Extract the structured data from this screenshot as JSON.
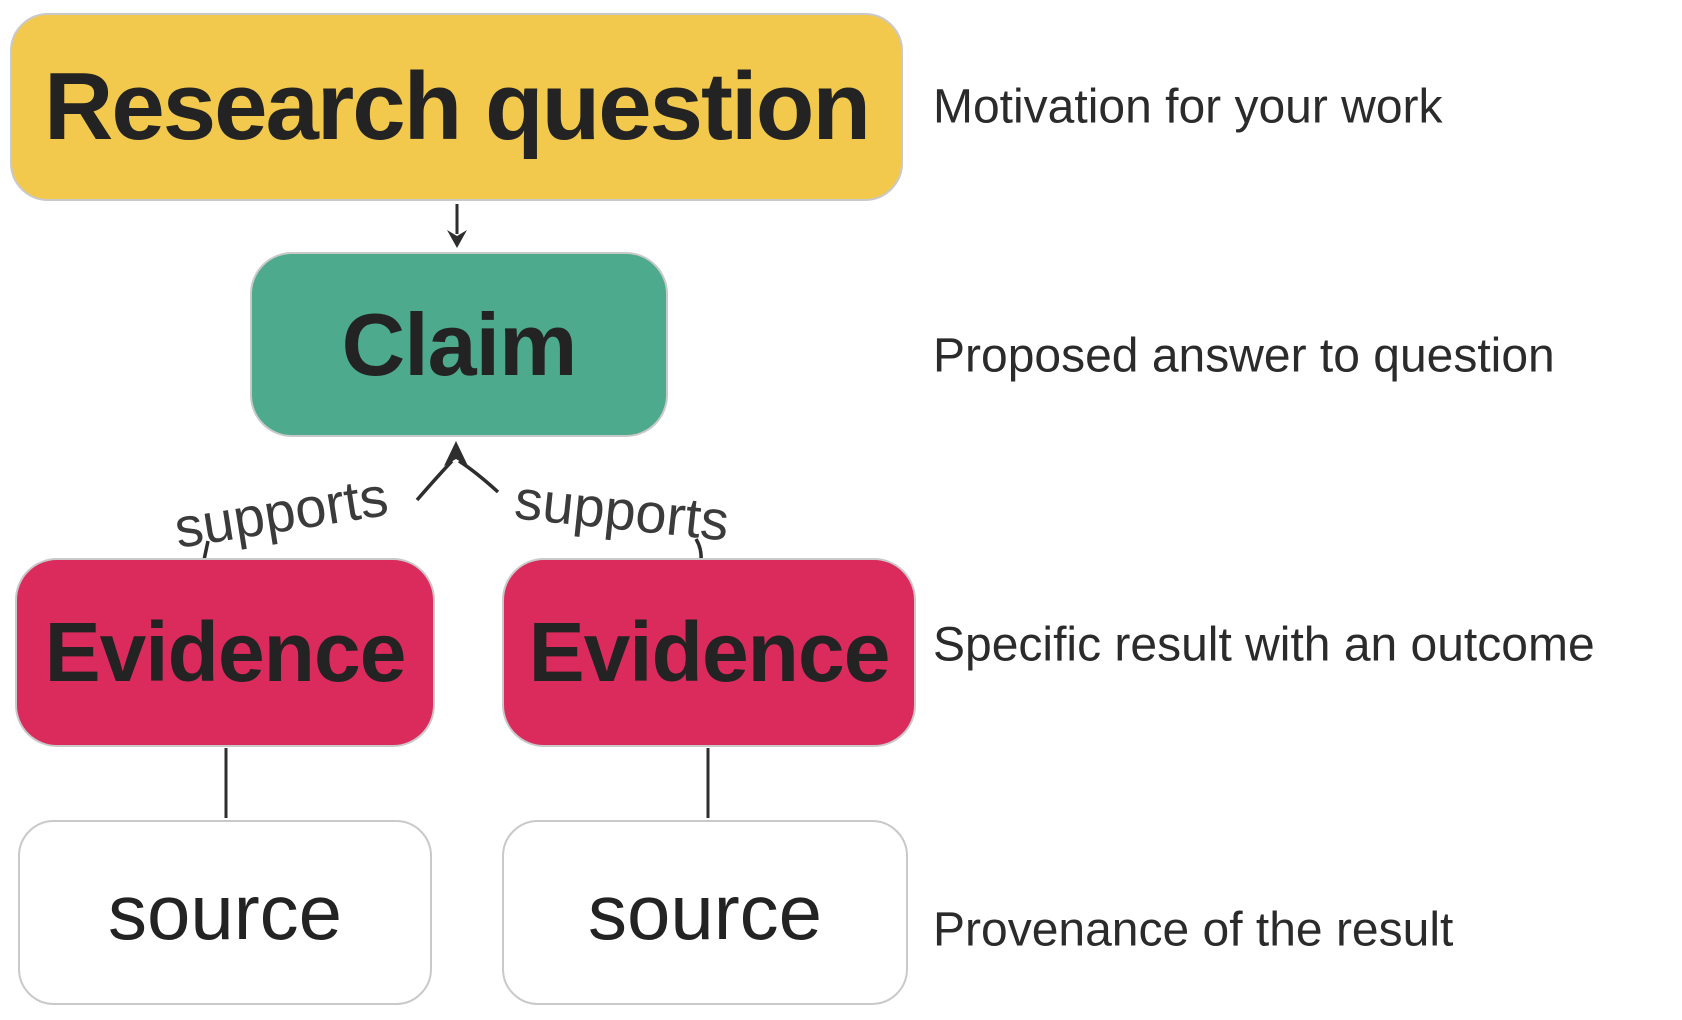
{
  "nodes": {
    "research_question": {
      "label": "Research question",
      "fill": "#F2C94C"
    },
    "claim": {
      "label": "Claim",
      "fill": "#4DAA8C"
    },
    "evidence_left": {
      "label": "Evidence",
      "fill": "#DB2B5D"
    },
    "evidence_right": {
      "label": "Evidence",
      "fill": "#DB2B5D"
    },
    "source_left": {
      "label": "source",
      "fill": "#FFFFFF"
    },
    "source_right": {
      "label": "source",
      "fill": "#FFFFFF"
    }
  },
  "edges": {
    "supports_left_label": "supports",
    "supports_right_label": "supports"
  },
  "annotations": [
    {
      "text": "Motivation for your work"
    },
    {
      "text": "Proposed answer to question"
    },
    {
      "text": "Specific result with an outcome"
    },
    {
      "text": "Provenance of the result"
    }
  ],
  "colors": {
    "yellow": "#F2C94C",
    "green": "#4DAA8C",
    "pink": "#DB2B5D",
    "node-text": "#232323",
    "line": "#2E2E2E",
    "box-border": "#C9C9C9",
    "annotation-text": "#2B2B2B",
    "background": "#FFFFFF"
  }
}
